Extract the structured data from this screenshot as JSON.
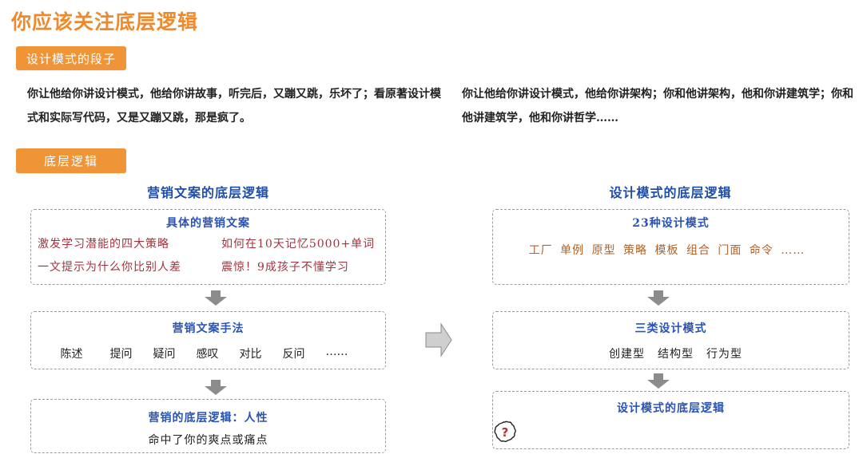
{
  "header": {
    "title": "你应该关注底层逻辑"
  },
  "sections": {
    "joke": {
      "tag": "设计模式的段子",
      "left_paragraph": "你让他给你讲设计模式，他给你讲故事，听完后，又蹦又跳，乐坏了；看原著设计模式和实际写代码，又是又蹦又跳，那是疯了。",
      "right_paragraph": "你让他给你讲设计模式，他给你讲架构；你和他讲架构，他和你讲建筑学；你和他讲建筑学，他和你讲哲学……"
    },
    "logic": {
      "tag": "底层逻辑"
    }
  },
  "left_column": {
    "title": "营销文案的底层逻辑",
    "box1": {
      "title": "具体的营销文案",
      "items": [
        "激发学习潜能的四大策略",
        "如何在10天记忆5000+单词",
        "一文提示为什么你比别人差",
        "震惊！9成孩子不懂学习"
      ]
    },
    "box2": {
      "title": "营销文案手法",
      "items": [
        "陈述",
        "提问",
        "疑问",
        "感叹",
        "对比",
        "反问",
        "……"
      ]
    },
    "box3": {
      "title": "营销的底层逻辑：人性",
      "subtitle": "命中了你的爽点或痛点"
    }
  },
  "right_column": {
    "title": "设计模式的底层逻辑",
    "box1": {
      "title": "23种设计模式",
      "patterns": "工厂 单例 原型 策略 模板 组合 门面 命令 ……"
    },
    "box2": {
      "title": "三类设计模式",
      "items": [
        "创建型",
        "结构型",
        "行为型"
      ]
    },
    "box3": {
      "title": "设计模式的底层逻辑",
      "icon": "question-mark-badge-icon"
    }
  },
  "colors": {
    "title_orange": "#ed8a2d",
    "tag_orange": "#ef9537",
    "heading_blue": "#1f4ea8",
    "copy_red": "#a3343f",
    "pattern_brown": "#b2612a",
    "arrow_gray": "#8c8c8c"
  }
}
